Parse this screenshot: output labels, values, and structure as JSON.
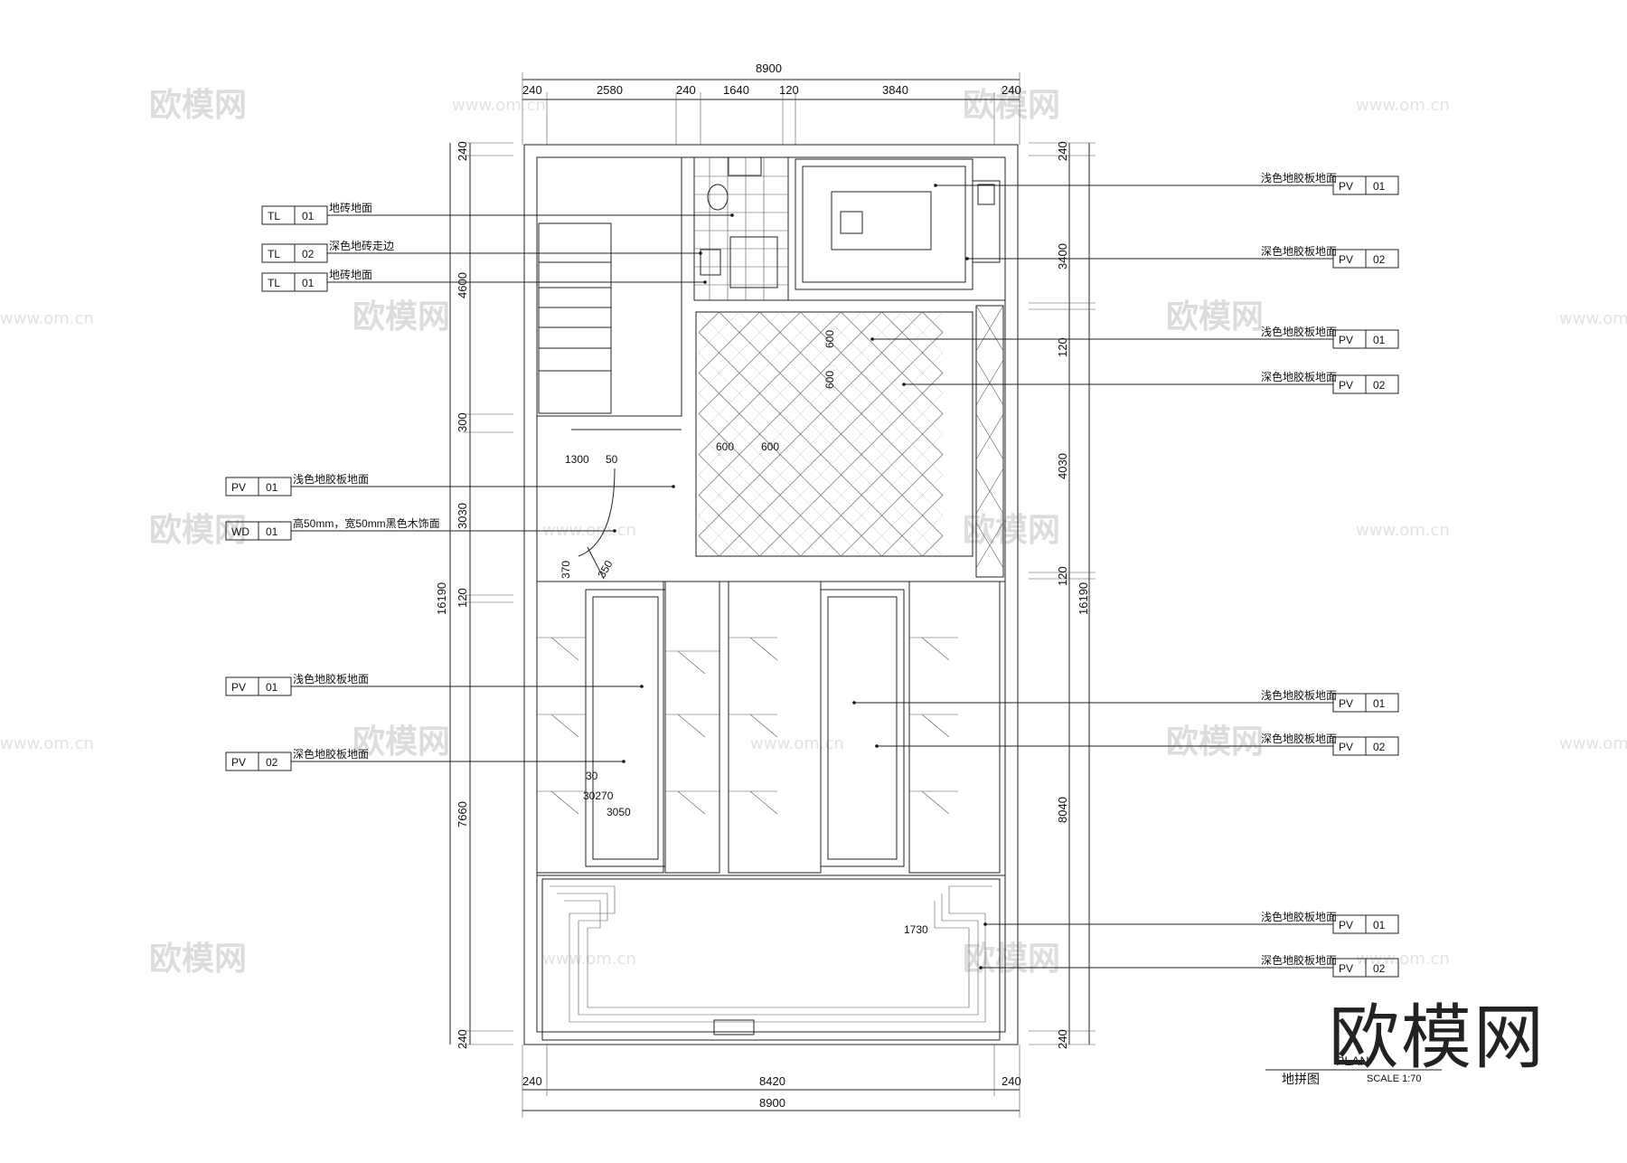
{
  "overall_width_top": "8900",
  "overall_width_bottom": "8900",
  "inner_width_bottom": "8420",
  "top_segments": [
    "240",
    "2580",
    "240",
    "1640",
    "120",
    "3840",
    "240"
  ],
  "bottom_wall_dims": [
    "240",
    "240"
  ],
  "left_overall": "16190",
  "right_overall": "16190",
  "left_segments": [
    "240",
    "4600",
    "300",
    "3030",
    "120",
    "7660",
    "240"
  ],
  "right_segments": [
    "240",
    "3400",
    "120",
    "4030",
    "120",
    "8040",
    "240"
  ],
  "left_callouts": [
    {
      "code": "TL",
      "num": "01",
      "text": "地砖地面"
    },
    {
      "code": "TL",
      "num": "02",
      "text": "深色地砖走边"
    },
    {
      "code": "TL",
      "num": "01",
      "text": "地砖地面"
    },
    {
      "code": "PV",
      "num": "01",
      "text": "浅色地胶板地面"
    },
    {
      "code": "WD",
      "num": "01",
      "text": "高50mm，宽50mm黑色木饰面"
    },
    {
      "code": "PV",
      "num": "01",
      "text": "浅色地胶板地面"
    },
    {
      "code": "PV",
      "num": "02",
      "text": "深色地胶板地面"
    }
  ],
  "right_callouts": [
    {
      "code": "PV",
      "num": "01",
      "text": "浅色地胶板地面"
    },
    {
      "code": "PV",
      "num": "02",
      "text": "深色地胶板地面"
    },
    {
      "code": "PV",
      "num": "01",
      "text": "浅色地胶板地面"
    },
    {
      "code": "PV",
      "num": "02",
      "text": "深色地胶板地面"
    },
    {
      "code": "PV",
      "num": "01",
      "text": "浅色地胶板地面"
    },
    {
      "code": "PV",
      "num": "02",
      "text": "深色地胶板地面"
    },
    {
      "code": "PV",
      "num": "01",
      "text": "浅色地胶板地面"
    },
    {
      "code": "PV",
      "num": "02",
      "text": "深色地胶板地面"
    }
  ],
  "inner_dims": {
    "tile_600_a": "600",
    "tile_600_b": "600",
    "tile_600_v1": "600",
    "tile_600_v2": "600",
    "d1300": "1300",
    "d50": "50",
    "d1730": "1730",
    "d370": "370",
    "d350": "350",
    "d30": "30",
    "d3050": "3050",
    "d270": "30270"
  },
  "title_block": {
    "plan_label": "PLAN",
    "name": "地拼图",
    "scale": "SCALE  1:70"
  },
  "watermark": {
    "text": "欧模网",
    "url": "www.om.cn"
  },
  "brand": "欧模网"
}
